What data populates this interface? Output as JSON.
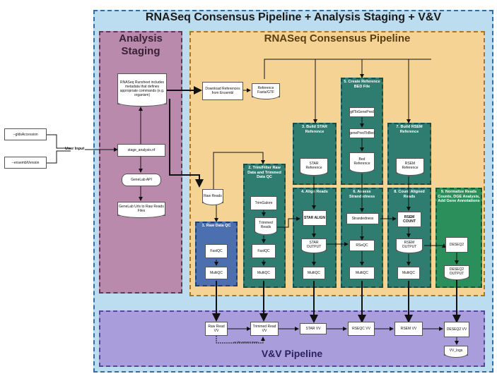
{
  "title": "RNASeq Consensus Pipeline + Analysis Staging + V&V",
  "staging": {
    "title": "Analysis Staging",
    "runsheet": "RNASeq Runsheet includes metadata that defines appropriate commands (e.g. organism)",
    "stage": "stage_analysis.nf",
    "api": "GeneLab API",
    "urls": "GeneLab Urls to Raw Reads Files"
  },
  "inputs": {
    "accession": "--gldsAccession",
    "ensembl": "--ensemblVersion",
    "user_input": "User Input"
  },
  "rcp": {
    "title": "RNASeq Consensus Pipeline",
    "download": "Download References from Ensembl",
    "ref_fasta": "Reference Fasta/GTF",
    "raw_reads": "Raw Reads",
    "col1": {
      "title": "1. Raw Data QC",
      "fastqc": "FastQC",
      "multiqc": "MultiQC"
    },
    "col2": {
      "title": "2. Trim/Filter Raw Data and Trimmed Data QC",
      "trim": "TrimGalore",
      "trimmed": "Trimmed Reads",
      "fastqc": "FastQC",
      "multiqc": "MultiQC"
    },
    "col3a": {
      "title": "3. Build STAR Reference",
      "ref": "STAR Reference"
    },
    "col4": {
      "title": "4. Align Reads",
      "align": "STAR ALIGN",
      "output": "STAR OUTPUT",
      "multiqc": "MultiQC"
    },
    "col5a": {
      "title": "5. Create Reference BED File",
      "gtf": "gtfToGenePred",
      "gene": "genePredToBed",
      "bed": "Bed Reference"
    },
    "col5": {
      "title": "6. Assess Strandedness",
      "strand": "Strandedness",
      "rseqc": "RSeQC",
      "multiqc": "MultiQC"
    },
    "col7a": {
      "title": "7. Build RSEM Reference",
      "ref": "RSEM Reference"
    },
    "col7": {
      "title": "8. Count Aligned Reads",
      "count": "RSEM COUNT",
      "output": "RSEM OUTPUT",
      "multiqc": "MultiQC"
    },
    "col8": {
      "title": "9. Normalize Reads Counts, DGE Analysis, Add Gene Annotations",
      "deseq": "DESEQ2",
      "output": "DESEQ2 OUTPUT"
    }
  },
  "vv": {
    "title": "V&V Pipeline",
    "raw": "Raw Read VV",
    "trimmed": "Trimmed Read VV",
    "star": "STAR VV",
    "rseqc": "RSEQC VV",
    "rsem": "RSEM VV",
    "deseq": "DESEQ2 VV",
    "logs": "VV_logs",
    "note": "vv file passed down"
  }
}
